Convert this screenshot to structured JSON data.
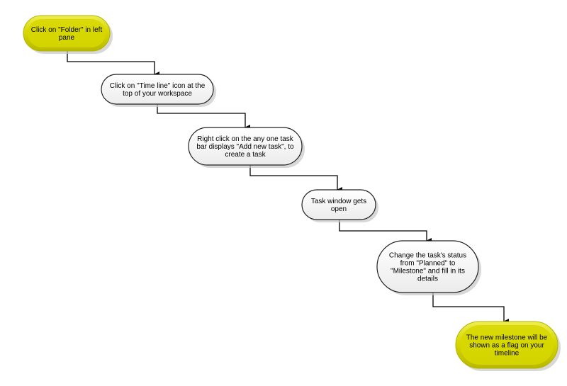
{
  "diagram": {
    "type": "flowchart",
    "steps": [
      {
        "id": "s1",
        "kind": "terminal",
        "lines": [
          "Click on \"Folder\" in left",
          "pane"
        ]
      },
      {
        "id": "s2",
        "kind": "process",
        "lines": [
          "Click on \"Time line\" icon at the",
          "top of your workspace"
        ]
      },
      {
        "id": "s3",
        "kind": "process",
        "lines": [
          "Right click on the any one task",
          "bar displays \"Add new task\", to",
          "create a task"
        ]
      },
      {
        "id": "s4",
        "kind": "process",
        "lines": [
          "Task window gets",
          "open"
        ]
      },
      {
        "id": "s5",
        "kind": "process",
        "lines": [
          "Change the task's status",
          "from \"Planned\" to",
          "\"Milestone\" and fill in its",
          "details"
        ]
      },
      {
        "id": "s6",
        "kind": "terminal",
        "lines": [
          "The new milestone will be",
          "shown as a flag on your",
          "timeline"
        ]
      }
    ],
    "connectors": [
      {
        "from": "s1",
        "to": "s2"
      },
      {
        "from": "s2",
        "to": "s3"
      },
      {
        "from": "s3",
        "to": "s4"
      },
      {
        "from": "s4",
        "to": "s5"
      },
      {
        "from": "s5",
        "to": "s6"
      }
    ],
    "colors": {
      "terminal_fill": "#d7d700",
      "terminal_rim": "#b3b300",
      "terminal_highlight": "#eeee55",
      "process_fill": "#f7f7f7",
      "process_border": "#222222",
      "shadow": "#c8c8c8",
      "connector": "#000000"
    }
  }
}
